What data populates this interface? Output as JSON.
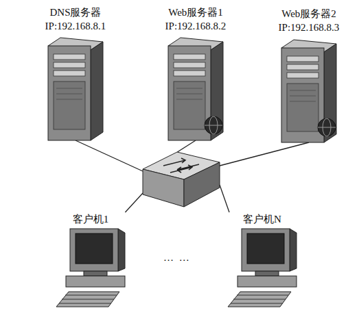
{
  "diagram": {
    "nodes": [
      {
        "text": [
          "DNS服务器",
          "IP:192.168.8.1"
        ]
      },
      {
        "text": [
          "Web服务器1",
          "IP:192.168.8.2"
        ]
      },
      {
        "text": [
          "Web服务器2",
          "IP:192.168.8.3"
        ]
      },
      {
        "text": []
      },
      {
        "text": [
          "客户机1"
        ]
      },
      {
        "text": [
          "客户机N"
        ]
      }
    ],
    "edges": [
      {
        "from": 0,
        "to": 3,
        "arrow": "none"
      },
      {
        "from": 1,
        "to": 3,
        "arrow": "none"
      },
      {
        "from": 2,
        "to": 3,
        "arrow": "none"
      },
      {
        "from": 3,
        "to": 4,
        "arrow": "none"
      },
      {
        "from": 3,
        "to": 5,
        "arrow": "none"
      }
    ],
    "labels": [
      "… …"
    ]
  }
}
